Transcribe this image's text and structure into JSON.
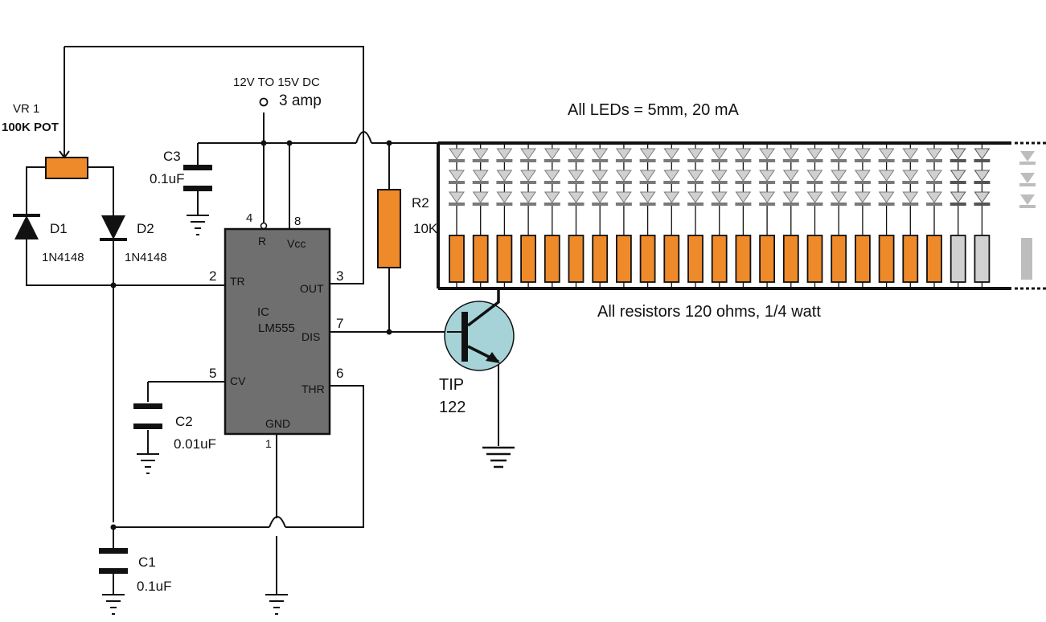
{
  "colors": {
    "wire": "#111111",
    "resistor_fill": "#ee8a2a",
    "ic_fill": "#6f6f6f",
    "transistor_fill": "#a6d3d7",
    "led_fill": "#d0d0d0",
    "faded": "#bdbdbd"
  },
  "supply": {
    "label": "12V TO 15V DC",
    "current": "3 amp"
  },
  "pot": {
    "ref": "VR 1",
    "value": "100K POT"
  },
  "diodes": [
    {
      "ref": "D1",
      "part": "1N4148"
    },
    {
      "ref": "D2",
      "part": "1N4148"
    }
  ],
  "capacitors": {
    "c3": {
      "ref": "C3",
      "value": "0.1uF"
    },
    "c2": {
      "ref": "C2",
      "value": "0.01uF"
    },
    "c1": {
      "ref": "C1",
      "value": "0.1uF"
    }
  },
  "r2": {
    "ref": "R2",
    "value": "10K"
  },
  "ic": {
    "name": "IC",
    "part": "LM555",
    "pins": {
      "r": "R",
      "vcc": "Vcc",
      "tr": "TR",
      "out": "OUT",
      "dis": "DIS",
      "cv": "CV",
      "thr": "THR",
      "gnd": "GND"
    },
    "pin_numbers": {
      "p4": "4",
      "p8": "8",
      "p2": "2",
      "p3": "3",
      "p7": "7",
      "p5": "5",
      "p6": "6",
      "p1": "1"
    }
  },
  "transistor": {
    "part_line1": "TIP",
    "part_line2": "122"
  },
  "led_note": "All LEDs = 5mm, 20 mA",
  "resistor_note": "All resistors 120 ohms, 1/4 watt",
  "led_array": {
    "strings_shown": 23,
    "leds_per_string": 3
  }
}
